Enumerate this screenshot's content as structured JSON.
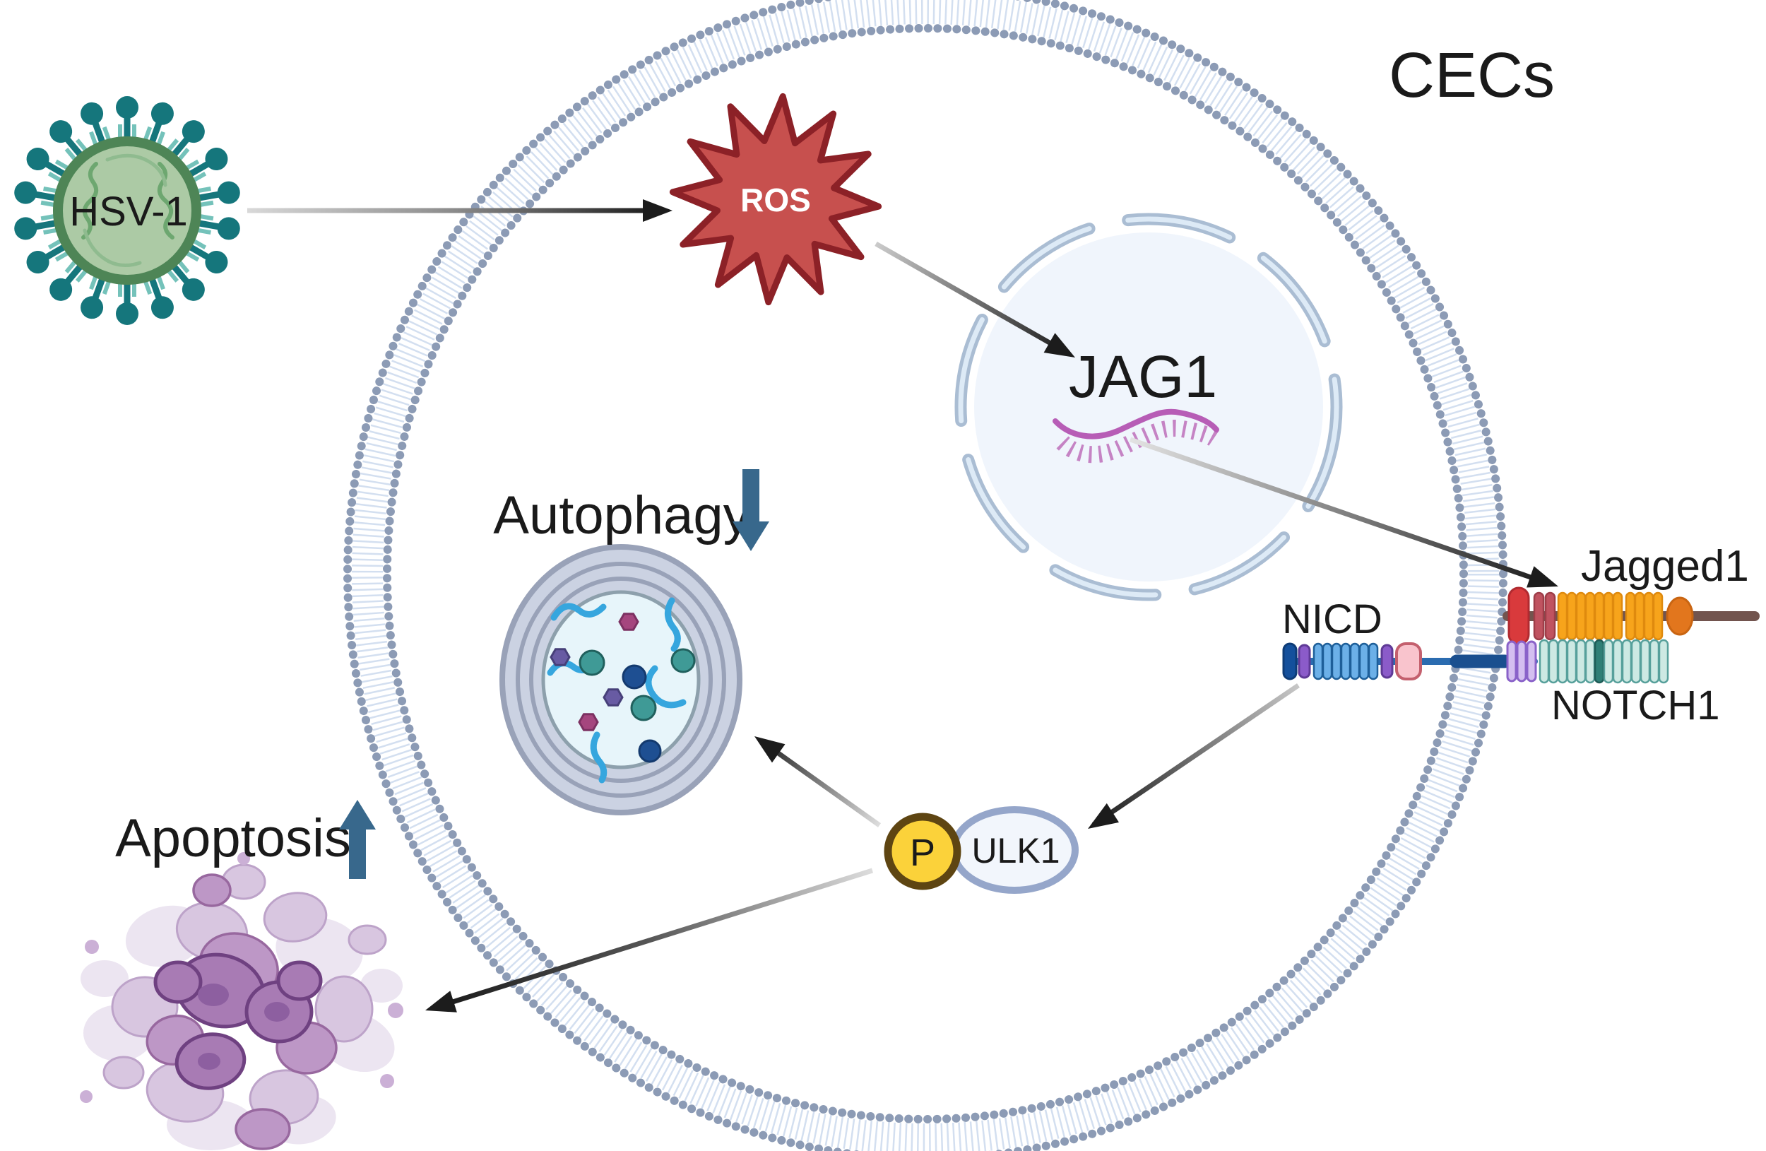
{
  "figure": {
    "title": "CECs"
  },
  "virus": {
    "label": "HSV-1"
  },
  "stimulus": {
    "label": "ROS"
  },
  "nucleus": {
    "gene": "JAG1"
  },
  "receptors": {
    "ligand": "Jagged1",
    "receptor": "NOTCH1",
    "fragment": "NICD"
  },
  "kinase_complex": {
    "phosphate": "P",
    "kinase": "ULK1"
  },
  "outcomes": {
    "autophagy": "Autophagy",
    "autophagy_direction": "down",
    "apoptosis": "Apoptosis",
    "apoptosis_direction": "up"
  },
  "edges": [
    {
      "from": "HSV-1",
      "to": "ROS"
    },
    {
      "from": "ROS",
      "to": "JAG1"
    },
    {
      "from": "JAG1 mRNA",
      "to": "Jagged1"
    },
    {
      "from": "NICD",
      "to": "P-ULK1"
    },
    {
      "from": "P-ULK1",
      "to": "Autophagy"
    },
    {
      "from": "P-ULK1",
      "to": "Apoptosis"
    }
  ],
  "colors": {
    "membrane_dot": "#8c9bb5",
    "membrane_tail": "#d3dff0",
    "nucleus_fill": "#f0f5fc",
    "nucleus_border": "#aabdd3",
    "mrna_pink": "#b75db6",
    "ros_red": "#c7504e",
    "ros_stroke": "#8c2127",
    "virus_teal": "#15767c",
    "virus_body": "#accaa5",
    "virus_ring": "#4e8556",
    "jagged_line": "#72544e",
    "jagged_orange": "#f7a41b",
    "jagged_red": "#d93a3c",
    "notch_line": "#2b6cb0",
    "notch_teal_fill": "#cde9e3",
    "nicd_blue": "#6cb0e8",
    "nicd_pink": "#f9c4cd",
    "phospho_yellow": "#fbd23a",
    "phospho_ring": "#5e4512",
    "ulk_fill": "#f2f6fc",
    "ulk_ring": "#95a6ca",
    "trend_arrow": "#38688c",
    "apoptosis_purple": "#a87bb4",
    "autophagosome_ring": "#cbd2e2",
    "arrow_dark": "#1c1c1c"
  }
}
